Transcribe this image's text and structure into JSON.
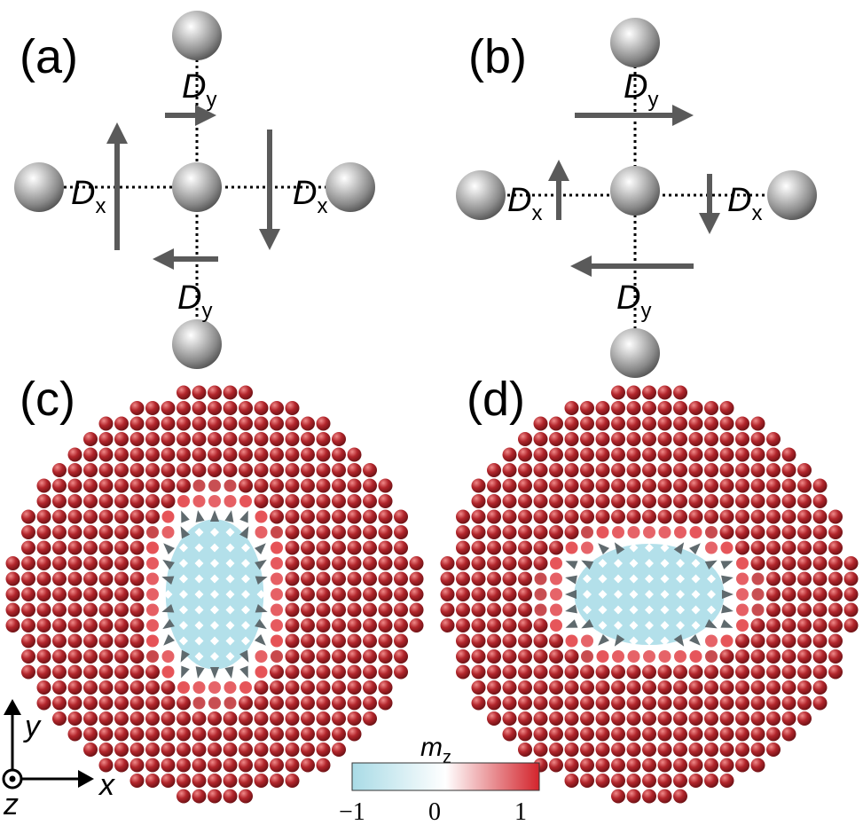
{
  "panels": {
    "a": {
      "label": "(a)"
    },
    "b": {
      "label": "(b)"
    },
    "c": {
      "label": "(c)"
    },
    "d": {
      "label": "(d)"
    }
  },
  "dmi_labels": {
    "d_symbol": "D",
    "x_sub": "x",
    "y_sub": "y"
  },
  "axes": {
    "x": "x",
    "y": "y",
    "z": "z"
  },
  "colorbar": {
    "title": "m",
    "title_sub": "z",
    "ticks": [
      "−1",
      "0",
      "1"
    ],
    "colors": {
      "low": "#a9dbe6",
      "mid": "#ffffff",
      "high": "#d3242c"
    }
  },
  "colors": {
    "arrow": "#5a5a5a",
    "atom": "#9a9a9a",
    "spin_up": "#b3262c",
    "spin_down": "#b7e0ea",
    "domain_wall": "#5f6a6e"
  }
}
